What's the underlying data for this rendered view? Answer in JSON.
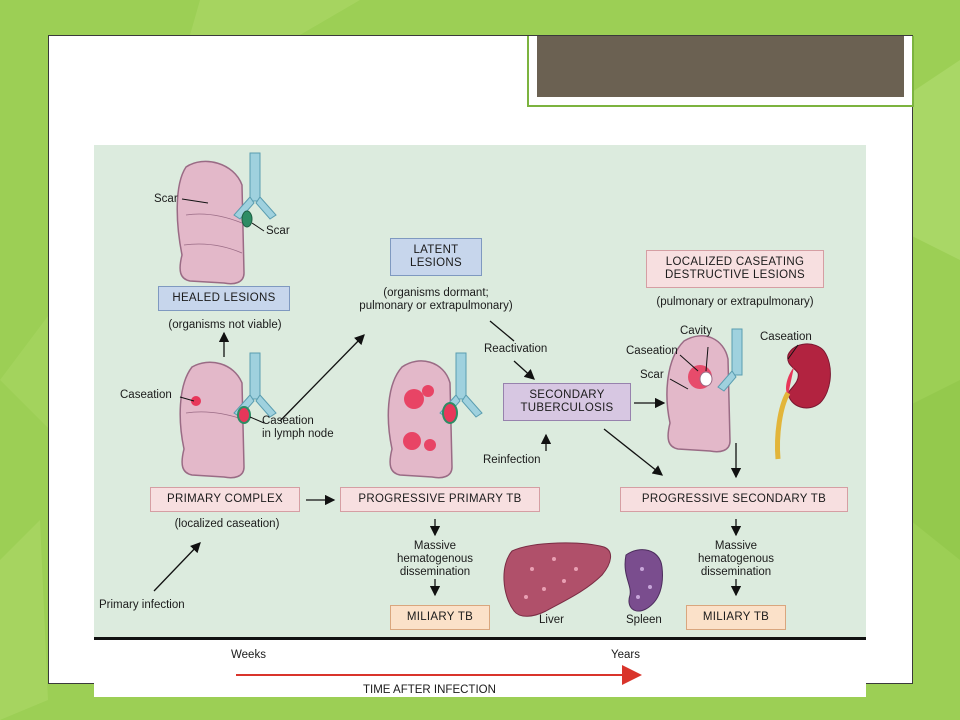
{
  "figure": {
    "stages": {
      "healed_lesions": "HEALED LESIONS",
      "healed_note": "(organisms not viable)",
      "latent_lesions_line1": "LATENT",
      "latent_lesions_line2": "LESIONS",
      "latent_note_line1": "(organisms dormant;",
      "latent_note_line2": "pulmonary or extrapulmonary)",
      "localized_line1": "LOCALIZED CASEATING",
      "localized_line2": "DESTRUCTIVE LESIONS",
      "localized_note": "(pulmonary or extrapulmonary)",
      "secondary_line1": "SECONDARY",
      "secondary_line2": "TUBERCULOSIS",
      "primary_complex": "PRIMARY COMPLEX",
      "primary_complex_note": "(localized caseation)",
      "progressive_primary": "PROGRESSIVE PRIMARY TB",
      "progressive_secondary": "PROGRESSIVE SECONDARY TB",
      "miliary_left": "MILIARY TB",
      "miliary_right": "MILIARY TB"
    },
    "labels": {
      "scar_top_lung": "Scar",
      "scar_top_node": "Scar",
      "caseation_primary": "Caseation",
      "caseation_node_line1": "Caseation",
      "caseation_node_line2": "in lymph node",
      "reactivation": "Reactivation",
      "reinfection": "Reinfection",
      "cavity": "Cavity",
      "caseation_secondary": "Caseation",
      "scar_secondary": "Scar",
      "caseation_kidney": "Caseation",
      "massive_left_line1": "Massive",
      "massive_left_line2": "hematogenous",
      "massive_left_line3": "dissemination",
      "massive_right_line1": "Massive",
      "massive_right_line2": "hematogenous",
      "massive_right_line3": "dissemination",
      "primary_infection": "Primary infection",
      "liver": "Liver",
      "spleen": "Spleen"
    },
    "timeline": {
      "start_label": "Weeks",
      "end_label": "Years",
      "axis_label": "TIME AFTER INFECTION"
    }
  },
  "colors": {
    "background_green": "#9ccf55",
    "panel": "#dcebde",
    "lung": "#e3b8c9",
    "trachea": "#9fd1de",
    "lesion": "#e8375a",
    "liver": "#b0506a",
    "spleen": "#7a4d8e",
    "timeline_arrow": "#d9342b"
  },
  "icons": [
    "lung-icon",
    "trachea-icon",
    "lymph-node-icon",
    "kidney-icon",
    "liver-icon",
    "spleen-icon"
  ]
}
